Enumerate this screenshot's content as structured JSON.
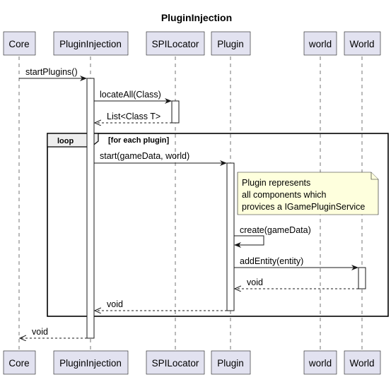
{
  "diagram": {
    "title": "PluginInjection",
    "participants": [
      {
        "id": "core",
        "label": "Core"
      },
      {
        "id": "plugininjection",
        "label": "PluginInjection"
      },
      {
        "id": "spilocator",
        "label": "SPILocator"
      },
      {
        "id": "plugin",
        "label": "Plugin"
      },
      {
        "id": "world_lower",
        "label": "world"
      },
      {
        "id": "world_upper",
        "label": "World"
      }
    ],
    "messages": [
      {
        "label": "startPlugins()",
        "kind": "sync"
      },
      {
        "label": "locateAll(Class)",
        "kind": "sync"
      },
      {
        "label": "List<Class T>",
        "kind": "return"
      },
      {
        "label": "start(gameData, world)",
        "kind": "sync"
      },
      {
        "label": "create(gameData)",
        "kind": "self"
      },
      {
        "label": "addEntity(entity)",
        "kind": "sync"
      },
      {
        "label": "void",
        "kind": "return"
      },
      {
        "label": "void",
        "kind": "return"
      },
      {
        "label": "void",
        "kind": "return"
      }
    ],
    "loop": {
      "keyword": "loop",
      "guard": "[for each plugin]"
    },
    "note": {
      "lines": [
        "Plugin represents",
        "all components which",
        "provices a IGamePluginService"
      ]
    }
  }
}
